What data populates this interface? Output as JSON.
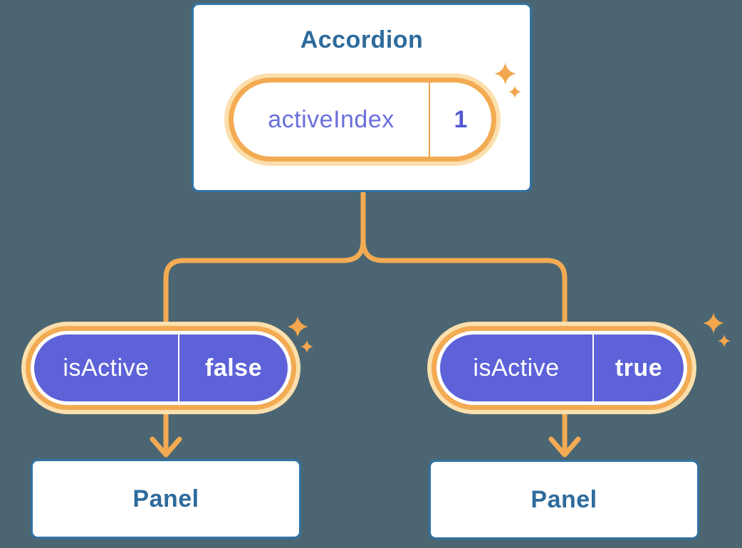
{
  "colors": {
    "background": "#4B6672",
    "card_border": "#3173A4",
    "card_background": "#FFFFFF",
    "heading_text": "#2E6B9C",
    "connector_orange": "#F3AB53",
    "highlight_glow": "#FBDFAD",
    "pill_purple": "#5D62D8",
    "pill_text_white": "#FFFFFF",
    "state_name_purple": "#6A70DC",
    "state_value_indigo": "#5457CF"
  },
  "tree": {
    "root": {
      "title": "Accordion",
      "state": {
        "name": "activeIndex",
        "value": "1"
      }
    },
    "children": [
      {
        "prop_name": "isActive",
        "prop_value": "false",
        "child_title": "Panel"
      },
      {
        "prop_name": "isActive",
        "prop_value": "true",
        "child_title": "Panel"
      }
    ]
  }
}
